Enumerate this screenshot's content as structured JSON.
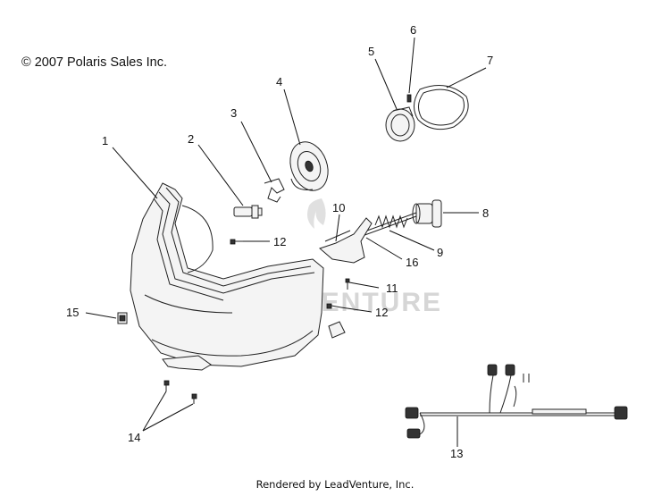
{
  "copyright": "© 2007 Polaris Sales Inc.",
  "footer": "Rendered by LeadVenture, Inc.",
  "watermark": "LEADVENTURE",
  "callouts": [
    "1",
    "2",
    "3",
    "4",
    "5",
    "6",
    "7",
    "8",
    "9",
    "10",
    "11",
    "12",
    "12",
    "13",
    "14",
    "15",
    "16"
  ]
}
